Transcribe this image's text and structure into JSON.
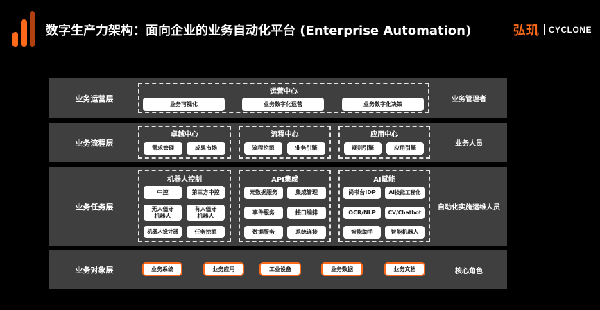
{
  "header": {
    "title": "数字生产力架构：面向企业的业务自动化平台 (Enterprise Automation)",
    "brand_cn": "弘玑",
    "brand_en": "CYCLONE"
  },
  "colors": {
    "accent": "#ff6a1a",
    "band": "#3f3f3f",
    "background": "#000000"
  },
  "layers": {
    "operation": {
      "name": "业务运营层",
      "role": "业务管理者",
      "group_title": "运营中心",
      "items": [
        "业务可视化",
        "业务数字化运营",
        "业务数字化决策"
      ]
    },
    "process": {
      "name": "业务流程层",
      "role": "业务人员",
      "groups": [
        {
          "title": "卓越中心",
          "items": [
            "需求管理",
            "成果市场"
          ]
        },
        {
          "title": "流程中心",
          "items": [
            "流程挖掘",
            "业务引擎"
          ]
        },
        {
          "title": "应用中心",
          "items": [
            "规则引擎",
            "应用引擎"
          ]
        }
      ]
    },
    "task": {
      "name": "业务任务层",
      "role": "自动化实施运维人员",
      "groups": [
        {
          "title": "机器人控制",
          "items": [
            "中控",
            "第三方中控",
            "无人值守\n机器人",
            "有人值守\n机器人",
            "机器人设计器",
            "任务挖掘"
          ]
        },
        {
          "title": "API集成",
          "items": [
            "元数据服务",
            "集成管理",
            "事件服务",
            "接口编排",
            "数据服务",
            "系统连接"
          ]
        },
        {
          "title": "AI赋能",
          "items": [
            "尚书台IDP",
            "AI技能工程化",
            "OCR/NLP",
            "CV/Chatbot",
            "智能助手",
            "智能机器人"
          ]
        }
      ]
    },
    "object": {
      "name": "业务对象层",
      "role": "核心角色",
      "items": [
        "业务系统",
        "业务应用",
        "工业设备",
        "业务数据",
        "业务文档"
      ]
    }
  }
}
